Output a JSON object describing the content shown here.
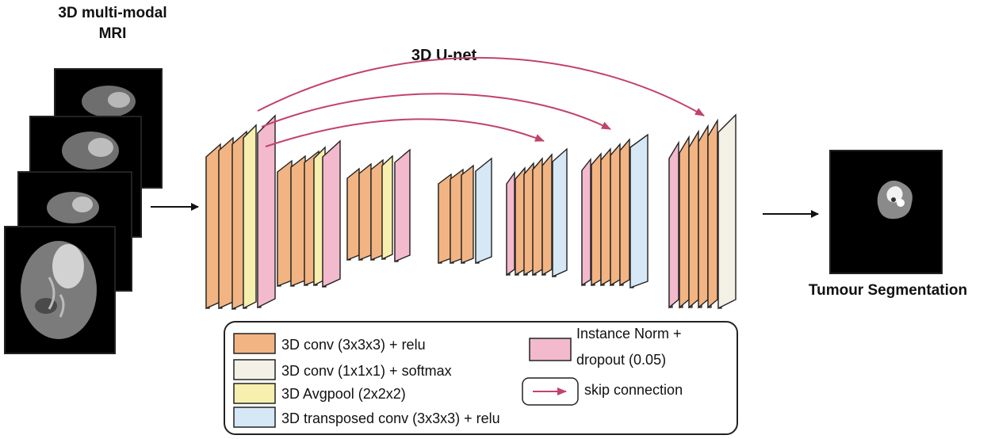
{
  "input": {
    "title_line1": "3D multi-modal",
    "title_line2": "MRI"
  },
  "network": {
    "title": "3D U-net"
  },
  "output": {
    "title": "Tumour Segmentation"
  },
  "legend": {
    "conv_relu": "3D conv (3x3x3) + relu",
    "conv_softmax": "3D conv (1x1x1) + softmax",
    "avgpool": "3D Avgpool (2x2x2)",
    "transposed_conv": "3D transposed conv (3x3x3) + relu",
    "instance_norm_line1": "Instance Norm +",
    "instance_norm_line2": "dropout (0.05)",
    "skip": "skip connection"
  },
  "colors": {
    "conv": "#f2b483",
    "softmax": "#f3f1e6",
    "avgpool": "#f7efae",
    "transposed": "#d6e7f5",
    "norm": "#f3b9cc",
    "skip_arrow": "#c2436a",
    "stroke": "#222222"
  }
}
